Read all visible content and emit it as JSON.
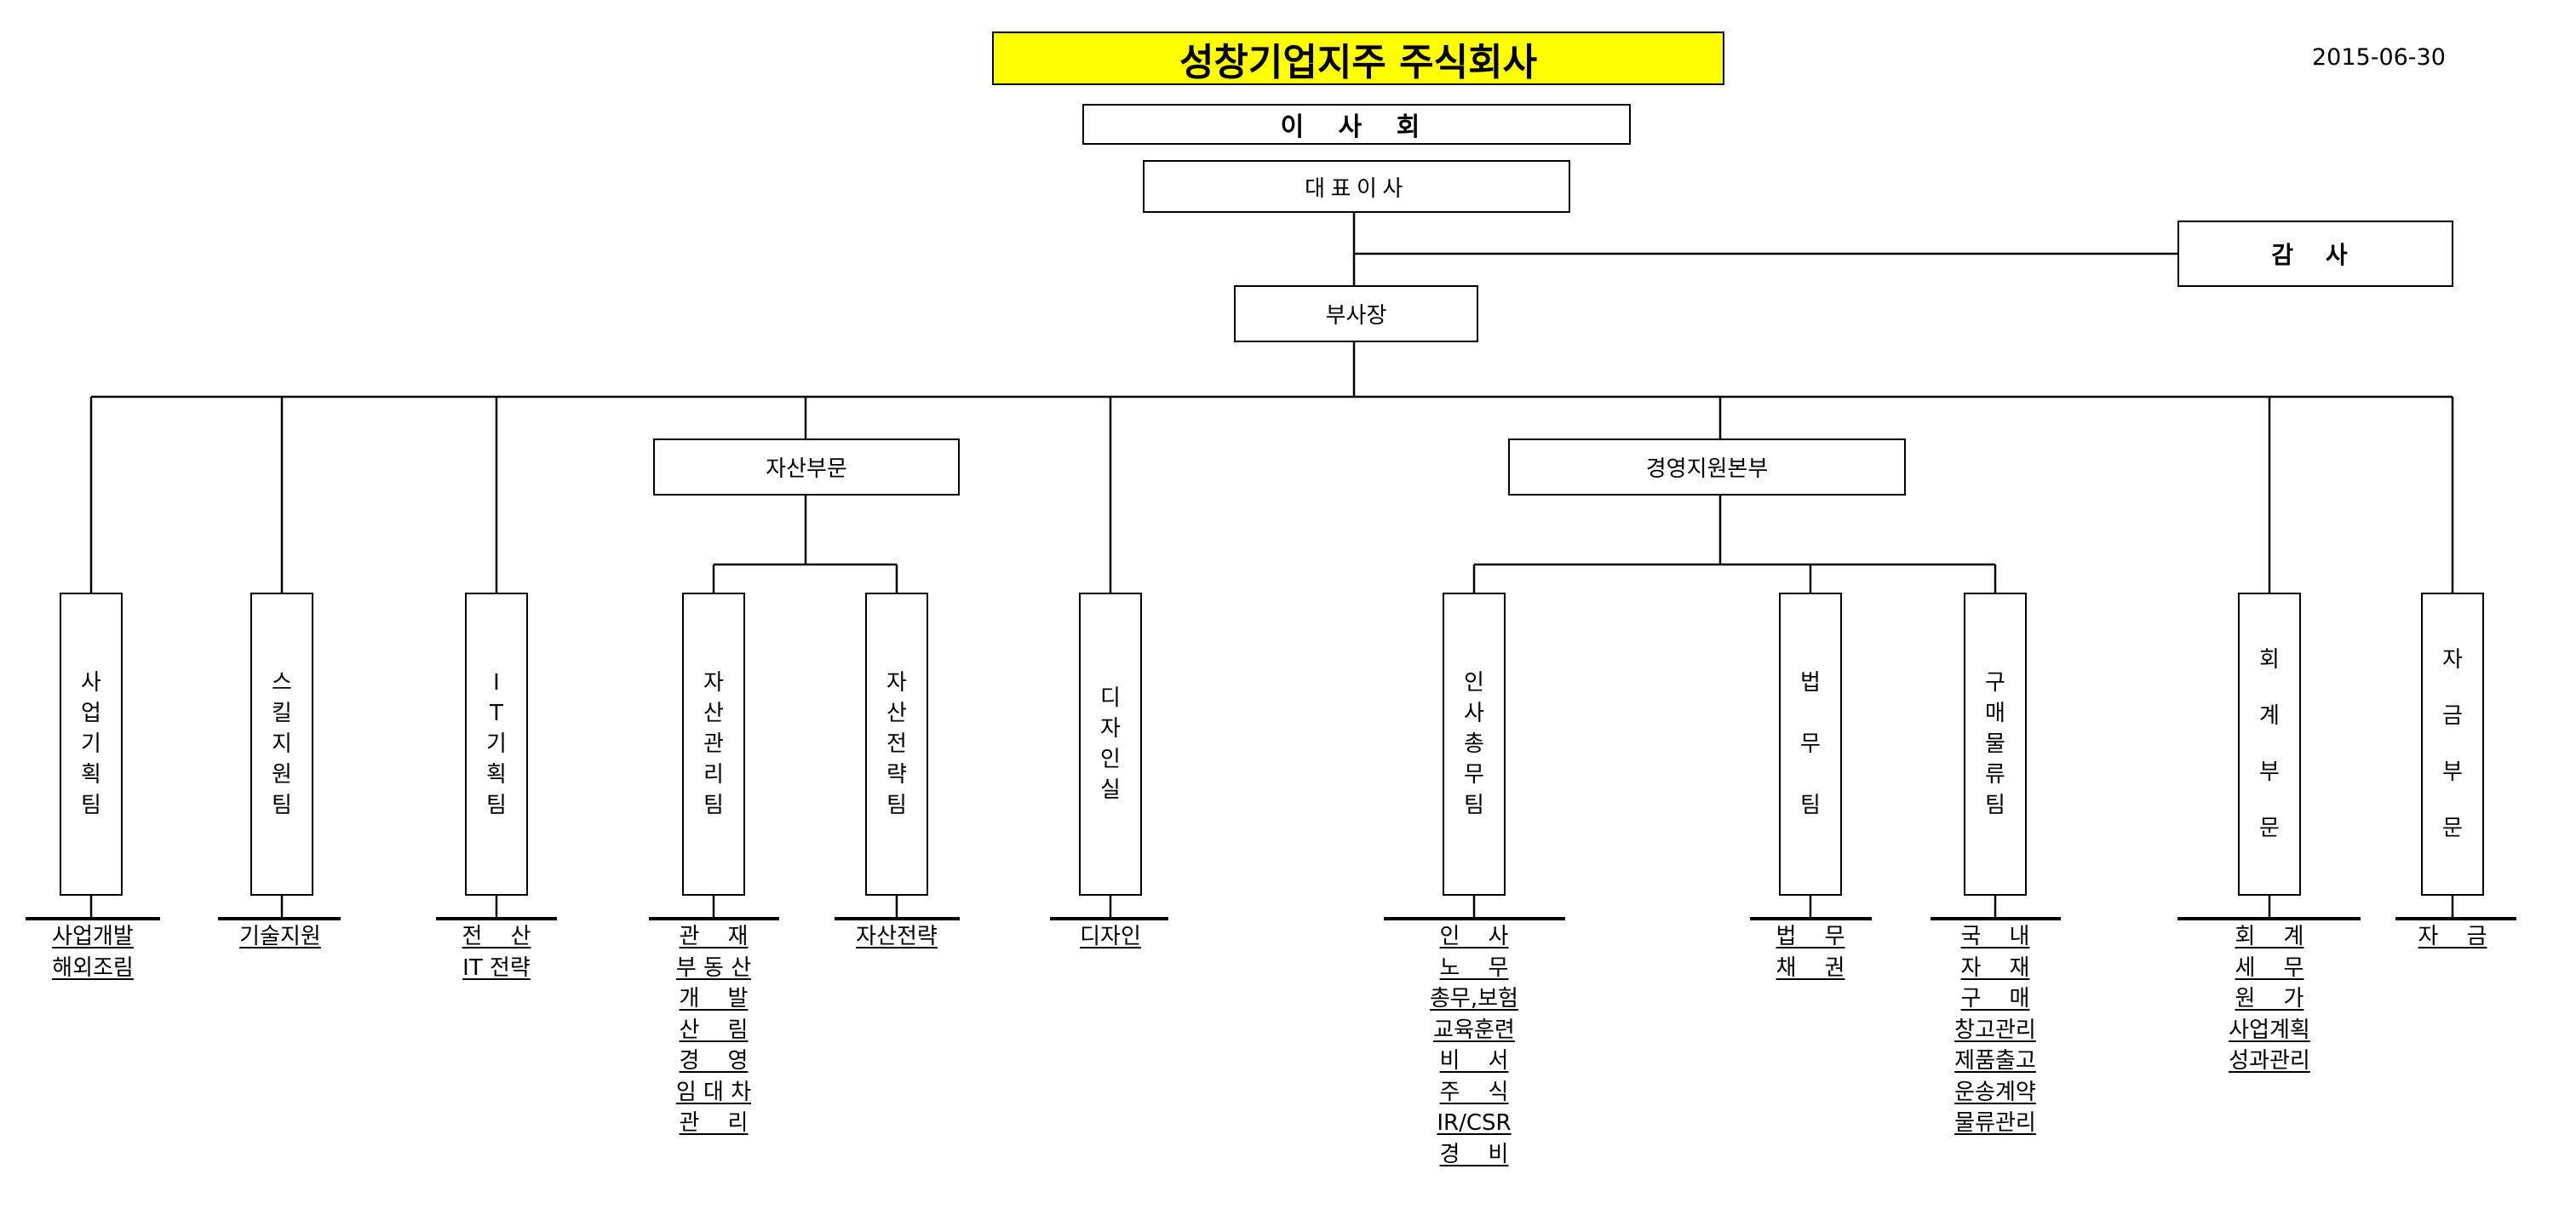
{
  "header": {
    "title": "성창기업지주 주식회사",
    "date": "2015-06-30"
  },
  "nodes": {
    "board": "이 사 회",
    "ceo": "대표이사",
    "audit": "감 사",
    "vp": "부사장",
    "asset_division": "자산부문",
    "mgmt_hq": "경영지원본부"
  },
  "teams": [
    {
      "label": "사\n업\n기\n획\n팀",
      "duties": [
        "사업개발",
        "해외조림"
      ]
    },
    {
      "label": "스\n킬\n지\n원\n팀",
      "duties": [
        "기술지원"
      ]
    },
    {
      "label": "I\nT\n기\n획\n팀",
      "duties": [
        "전    산",
        "IT 전략"
      ]
    },
    {
      "label": "자\n산\n관\n리\n팀",
      "duties": [
        "관    재",
        "부 동 산",
        "개    발",
        "산    림",
        "경    영",
        "임 대 차",
        "관    리"
      ]
    },
    {
      "label": "자\n산\n전\n략\n팀",
      "duties": [
        "자산전략"
      ]
    },
    {
      "label": "디\n자\n인\n실",
      "duties": [
        "디자인"
      ]
    },
    {
      "label": "인\n사\n총\n무\n팀",
      "duties": [
        "인    사",
        "노    무",
        "총무,보험",
        "교육훈련",
        "비    서",
        "주    식",
        "IR/CSR",
        "경    비"
      ]
    },
    {
      "label": "법\n\n무\n\n팀",
      "duties": [
        "법    무",
        "채    권"
      ]
    },
    {
      "label": "구\n매\n물\n류\n팀",
      "duties": [
        "국    내",
        "자    재",
        "구    매",
        "창고관리",
        "제품출고",
        "운송계약",
        "물류관리"
      ]
    },
    {
      "label": "회\n\n계\n\n부\n\n문",
      "duties": [
        "회    계",
        "세    무",
        "원    가",
        "사업계획",
        "성과관리"
      ]
    },
    {
      "label": "자\n\n금\n\n부\n\n문",
      "duties": [
        "자    금"
      ]
    }
  ]
}
